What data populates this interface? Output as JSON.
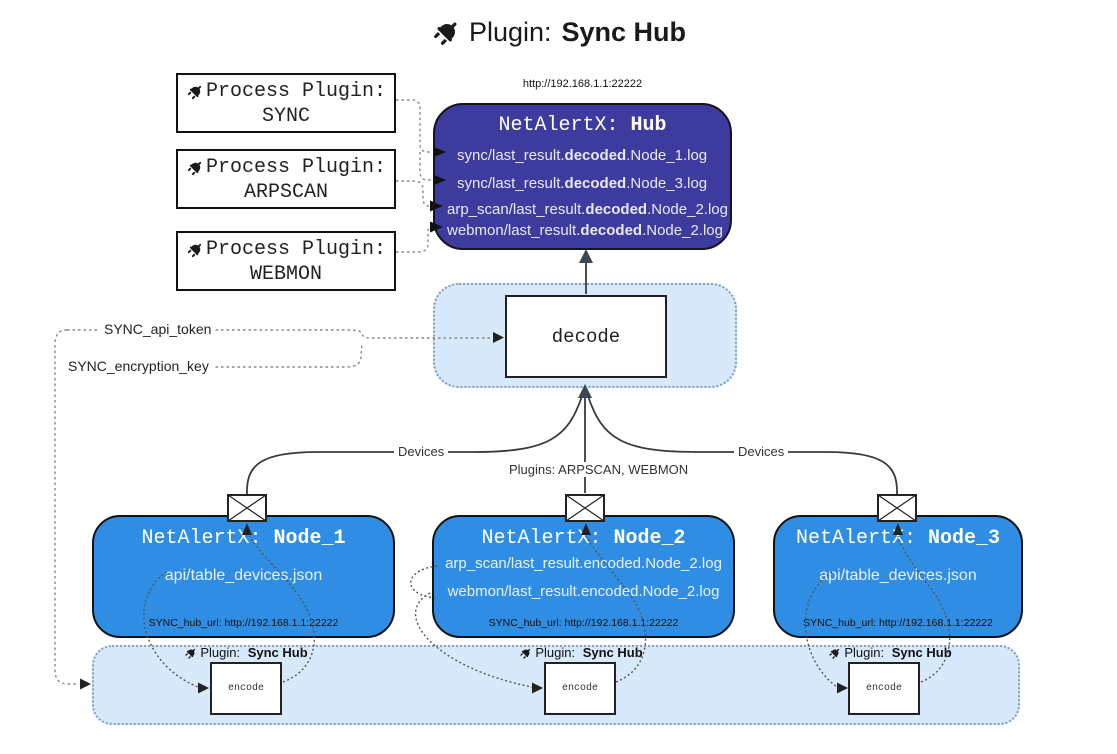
{
  "title": {
    "prefix": "Plugin:",
    "name": "Sync Hub"
  },
  "hub": {
    "url": "http://192.168.1.1:22222",
    "name_prefix": "NetAlertX:",
    "name": "Hub",
    "logs": [
      {
        "pre": "sync/last_result.",
        "bold": "decoded",
        "post": ".Node_1.log"
      },
      {
        "pre": "sync/last_result.",
        "bold": "decoded",
        "post": ".Node_3.log"
      },
      {
        "pre": "arp_scan/last_result.",
        "bold": "decoded",
        "post": ".Node_2.log"
      },
      {
        "pre": "webmon/last_result.",
        "bold": "decoded",
        "post": ".Node_2.log"
      }
    ]
  },
  "process_plugins": [
    {
      "title": "Process Plugin:",
      "name": "SYNC"
    },
    {
      "title": "Process Plugin:",
      "name": "ARPSCAN"
    },
    {
      "title": "Process Plugin:",
      "name": "WEBMON"
    }
  ],
  "decode": {
    "label": "decode"
  },
  "config": {
    "api_token": "SYNC_api_token",
    "encryption_key": "SYNC_encryption_key"
  },
  "edge_labels": {
    "devices_left": "Devices",
    "devices_right": "Devices",
    "plugins": "Plugins: ARPSCAN, WEBMON"
  },
  "nodes": [
    {
      "name_prefix": "NetAlertX:",
      "name": "Node_1",
      "files": [
        "api/table_devices.json"
      ],
      "hub_url": "SYNC_hub_url: http://192.168.1.1:22222"
    },
    {
      "name_prefix": "NetAlertX:",
      "name": "Node_2",
      "files": [
        "arp_scan/last_result.encoded.Node_2.log",
        "webmon/last_result.encoded.Node_2.log"
      ],
      "hub_url": "SYNC_hub_url: http://192.168.1.1:22222"
    },
    {
      "name_prefix": "NetAlertX:",
      "name": "Node_3",
      "files": [
        "api/table_devices.json"
      ],
      "hub_url": "SYNC_hub_url: http://192.168.1.1:22222"
    }
  ],
  "strip": {
    "plugin_prefix": "Plugin:",
    "plugin_name": "Sync Hub",
    "encode_label": "encode"
  },
  "colors": {
    "hub_fill": "#3d3b9e",
    "node_fill": "#2f8ee3",
    "panel_fill": "#d8e9fb",
    "panel_border": "#7f9fc4",
    "line": "#3a3a3a"
  }
}
